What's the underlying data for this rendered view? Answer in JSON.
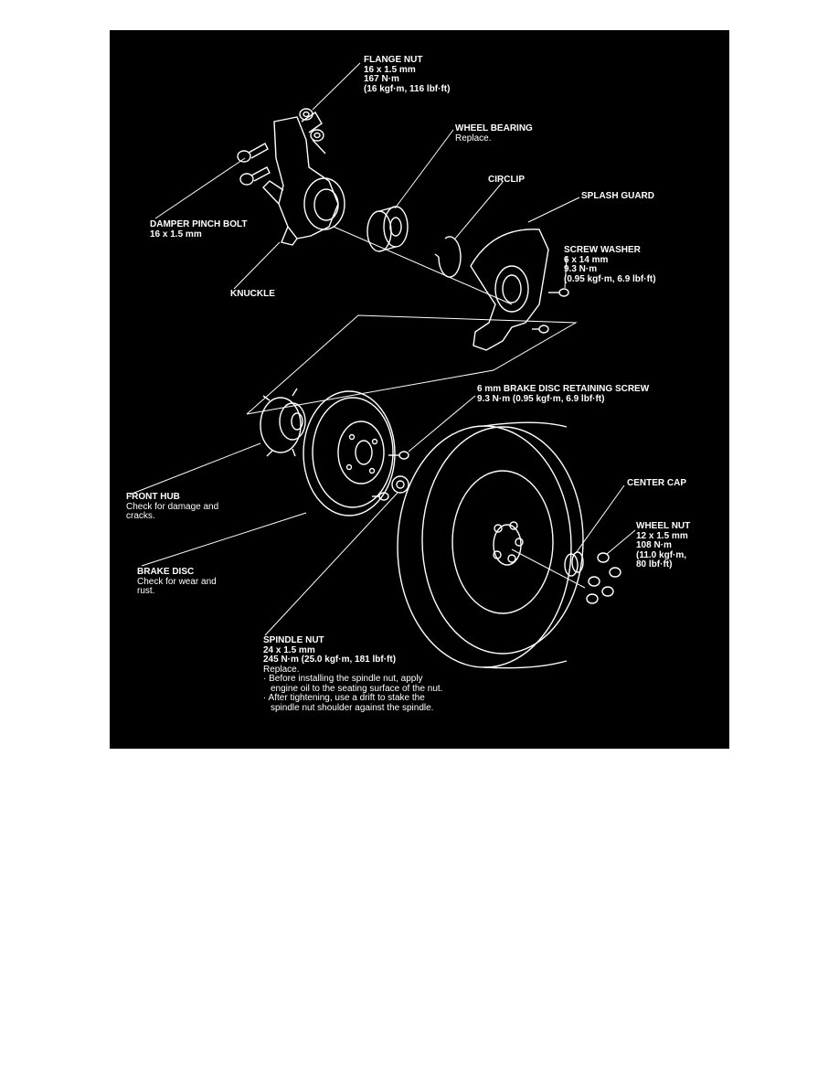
{
  "callouts": {
    "flange_nut": {
      "name": "FLANGE NUT",
      "lines": [
        "16 x 1.5 mm",
        "167 N·m",
        "(16 kgf·m, 116 lbf·ft)"
      ]
    },
    "wheel_bearing": {
      "name": "WHEEL BEARING",
      "lines": [
        "Replace."
      ]
    },
    "circlip": {
      "name": "CIRCLIP"
    },
    "splash_guard": {
      "name": "SPLASH GUARD"
    },
    "damper_pinch_bolt": {
      "name": "DAMPER PINCH BOLT",
      "lines": [
        "16 x 1.5 mm"
      ]
    },
    "screw_washer": {
      "name": "SCREW WASHER",
      "lines": [
        "6 x 14 mm",
        "9.3 N·m",
        "(0.95 kgf·m, 6.9 lbf·ft)"
      ]
    },
    "knuckle": {
      "name": "KNUCKLE"
    },
    "retaining_screw": {
      "name": "6 mm BRAKE DISC RETAINING SCREW",
      "lines": [
        "9.3 N·m (0.95 kgf·m, 6.9 lbf·ft)"
      ]
    },
    "center_cap": {
      "name": "CENTER CAP"
    },
    "front_hub": {
      "name": "FRONT HUB",
      "lines": [
        "Check for damage and",
        "cracks."
      ]
    },
    "wheel_nut": {
      "name": "WHEEL NUT",
      "lines": [
        "12 x 1.5 mm",
        "108 N·m",
        "(11.0 kgf·m,",
        "80 lbf·ft)"
      ]
    },
    "brake_disc": {
      "name": "BRAKE DISC",
      "lines": [
        "Check for wear and",
        "rust."
      ]
    },
    "spindle_nut": {
      "name": "SPINDLE NUT",
      "lines": [
        "24 x 1.5 mm",
        "245 N·m (25.0 kgf·m, 181 lbf·ft)",
        "Replace."
      ],
      "notes": [
        "· Before installing the spindle nut, apply",
        "engine oil to the seating surface of the nut.",
        "· After tightening, use a drift to stake the",
        "spindle nut shoulder against the spindle."
      ]
    }
  }
}
